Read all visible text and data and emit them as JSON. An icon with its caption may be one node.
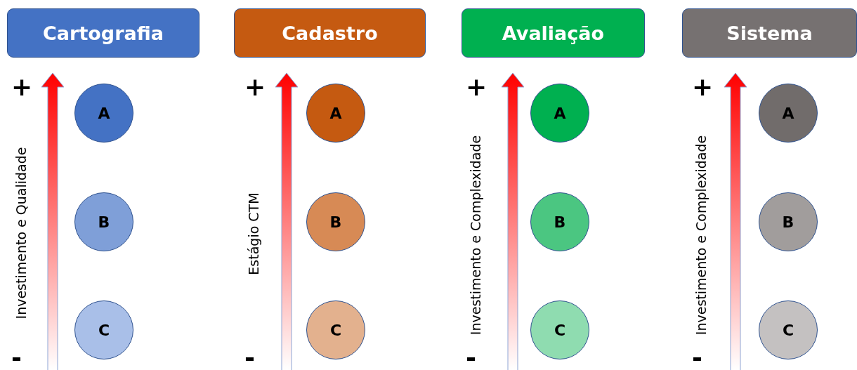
{
  "diagram": {
    "nodes": [
      {
        "text": [
          "Cartografia"
        ]
      },
      {
        "text": [
          "A"
        ]
      },
      {
        "text": [
          "B"
        ]
      },
      {
        "text": [
          "C"
        ]
      },
      {
        "text": [
          "Cadastro"
        ]
      },
      {
        "text": [
          "A"
        ]
      },
      {
        "text": [
          "B"
        ]
      },
      {
        "text": [
          "C"
        ]
      },
      {
        "text": [
          "Avaliação"
        ]
      },
      {
        "text": [
          "A"
        ]
      },
      {
        "text": [
          "B"
        ]
      },
      {
        "text": [
          "C"
        ]
      },
      {
        "text": [
          "Sistema"
        ]
      },
      {
        "text": [
          "A"
        ]
      },
      {
        "text": [
          "B"
        ]
      },
      {
        "text": [
          "C"
        ]
      }
    ],
    "labels": [
      "+",
      "Investimento e Qualidade",
      "-",
      "+",
      "Estágio CTM",
      "-",
      "+",
      "Investimento e Complexidade",
      "-",
      "+",
      "Investimento e Complexidade",
      "-"
    ]
  }
}
